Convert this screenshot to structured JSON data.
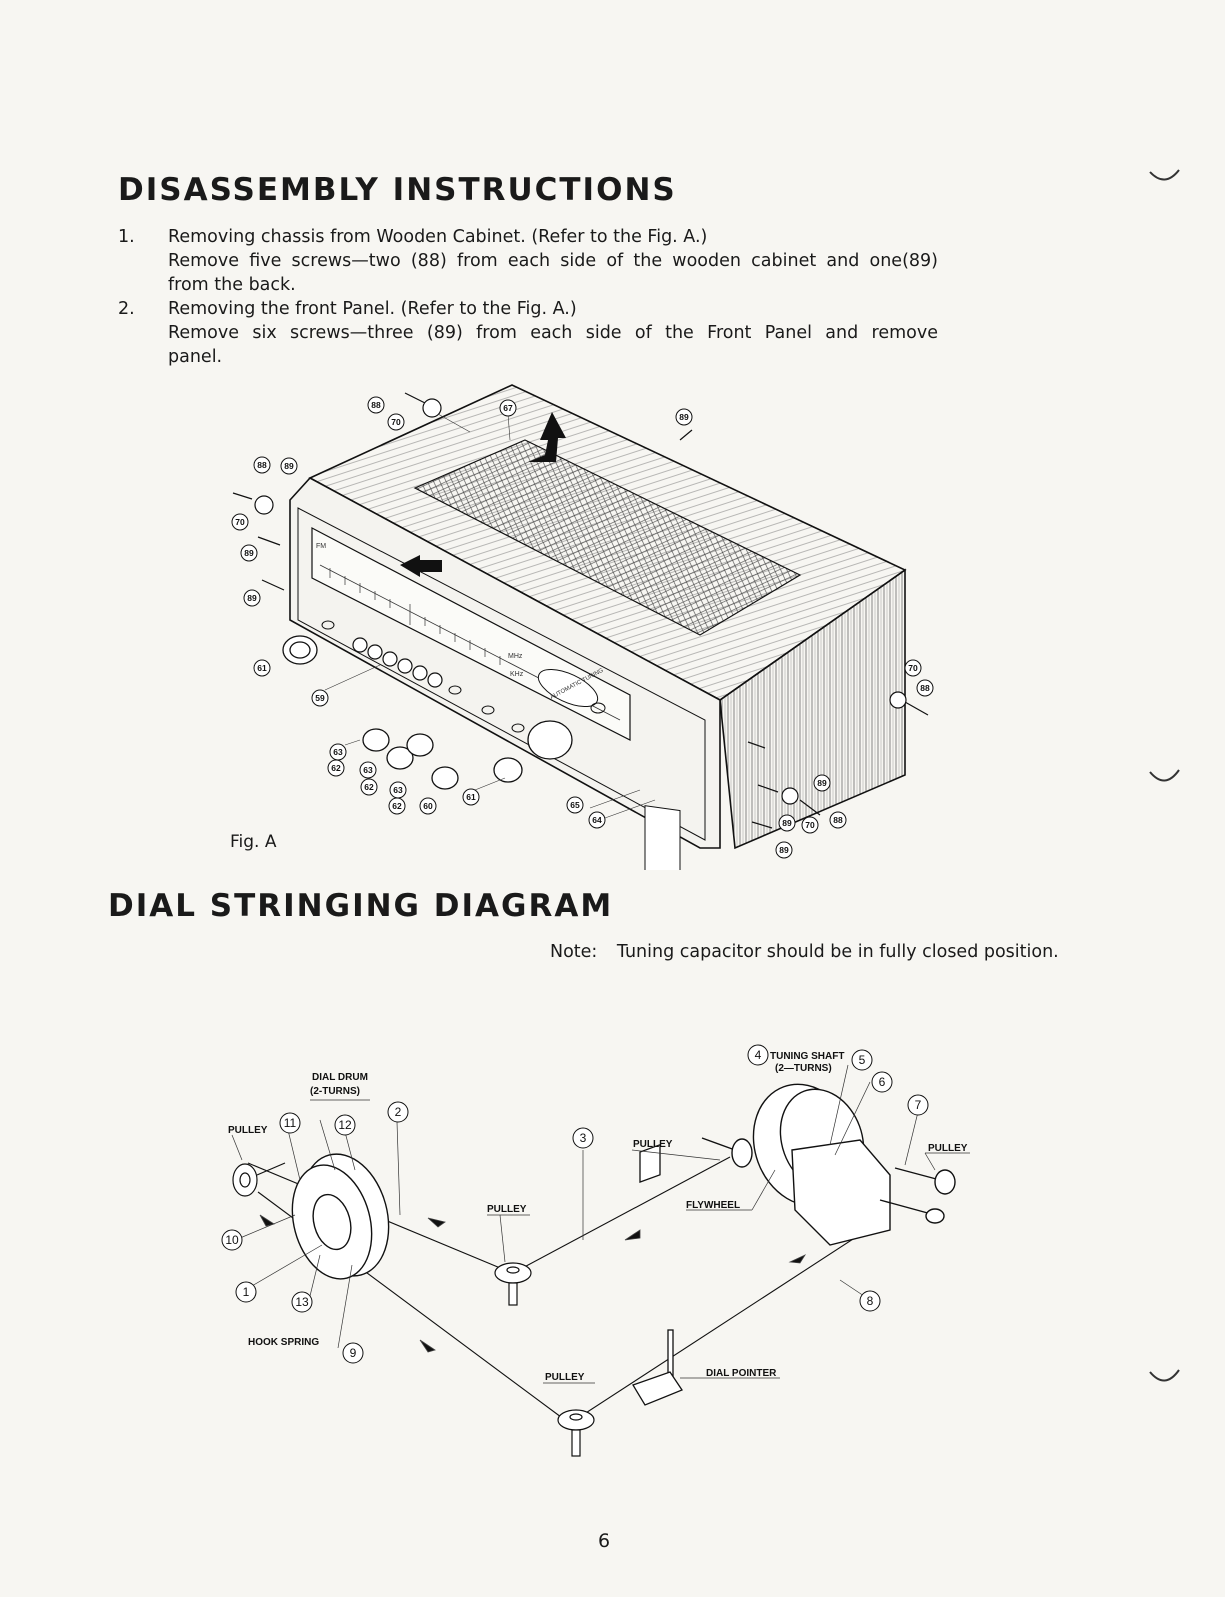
{
  "section1": {
    "title": "DISASSEMBLY INSTRUCTIONS",
    "steps": [
      {
        "num": "1.",
        "line1": "Removing chassis from Wooden Cabinet.  (Refer to the Fig. A.)",
        "line2": "Remove five screws—two (88) from each side of the wooden cabinet and one(89)",
        "line3": "from the back."
      },
      {
        "num": "2.",
        "line1": "Removing the front Panel.  (Refer to the Fig. A.)",
        "line2": "Remove six screws—three (89) from each side of the Front Panel and remove",
        "line3": "panel."
      }
    ],
    "figure_caption": "Fig. A",
    "callouts": {
      "n59": "59",
      "n60": "60",
      "n61": "61",
      "n62": "62",
      "n63": "63",
      "n64": "64",
      "n65": "65",
      "n67": "67",
      "n70": "70",
      "n88": "88",
      "n89": "89"
    },
    "panel_marks": {
      "fm": "FM",
      "mhz": "MHz",
      "khz": "KHz",
      "badge": "AUTOMATIC TUNING"
    }
  },
  "section2": {
    "title": "DIAL STRINGING DIAGRAM",
    "note_label": "Note:",
    "note_text": "Tuning capacitor should be in fully closed position.",
    "labels": {
      "dial_drum": "DIAL DRUM",
      "dial_drum_turns": "(2-TURNS)",
      "pulley": "PULLEY",
      "hook_spring": "HOOK SPRING",
      "tuning_shaft": "TUNING SHAFT",
      "tuning_shaft_turns": "(2—TURNS)",
      "flywheel": "FLYWHEEL",
      "dial_pointer": "DIAL POINTER"
    },
    "callouts": [
      "1",
      "2",
      "3",
      "4",
      "5",
      "6",
      "7",
      "8",
      "9",
      "10",
      "11",
      "12",
      "13"
    ]
  },
  "page_number": "6"
}
